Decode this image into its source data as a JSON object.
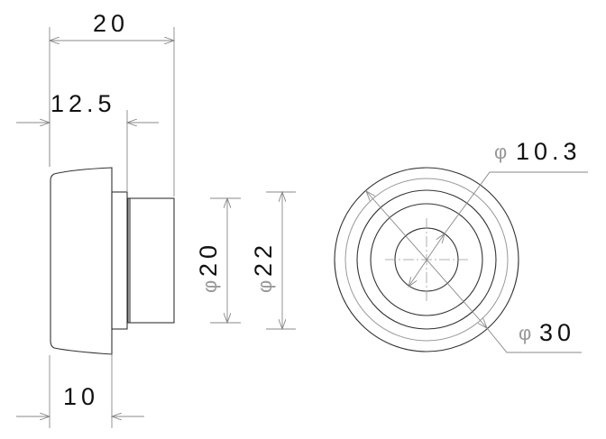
{
  "drawing": {
    "dimensions": {
      "overall_length": "20",
      "flange_to_end": "12.5",
      "body_length": "10",
      "barrel_diameter": "20",
      "flange_diameter": "22",
      "bore_diameter": "10.3",
      "outer_diameter": "30"
    },
    "diameter_symbol": "φ"
  }
}
